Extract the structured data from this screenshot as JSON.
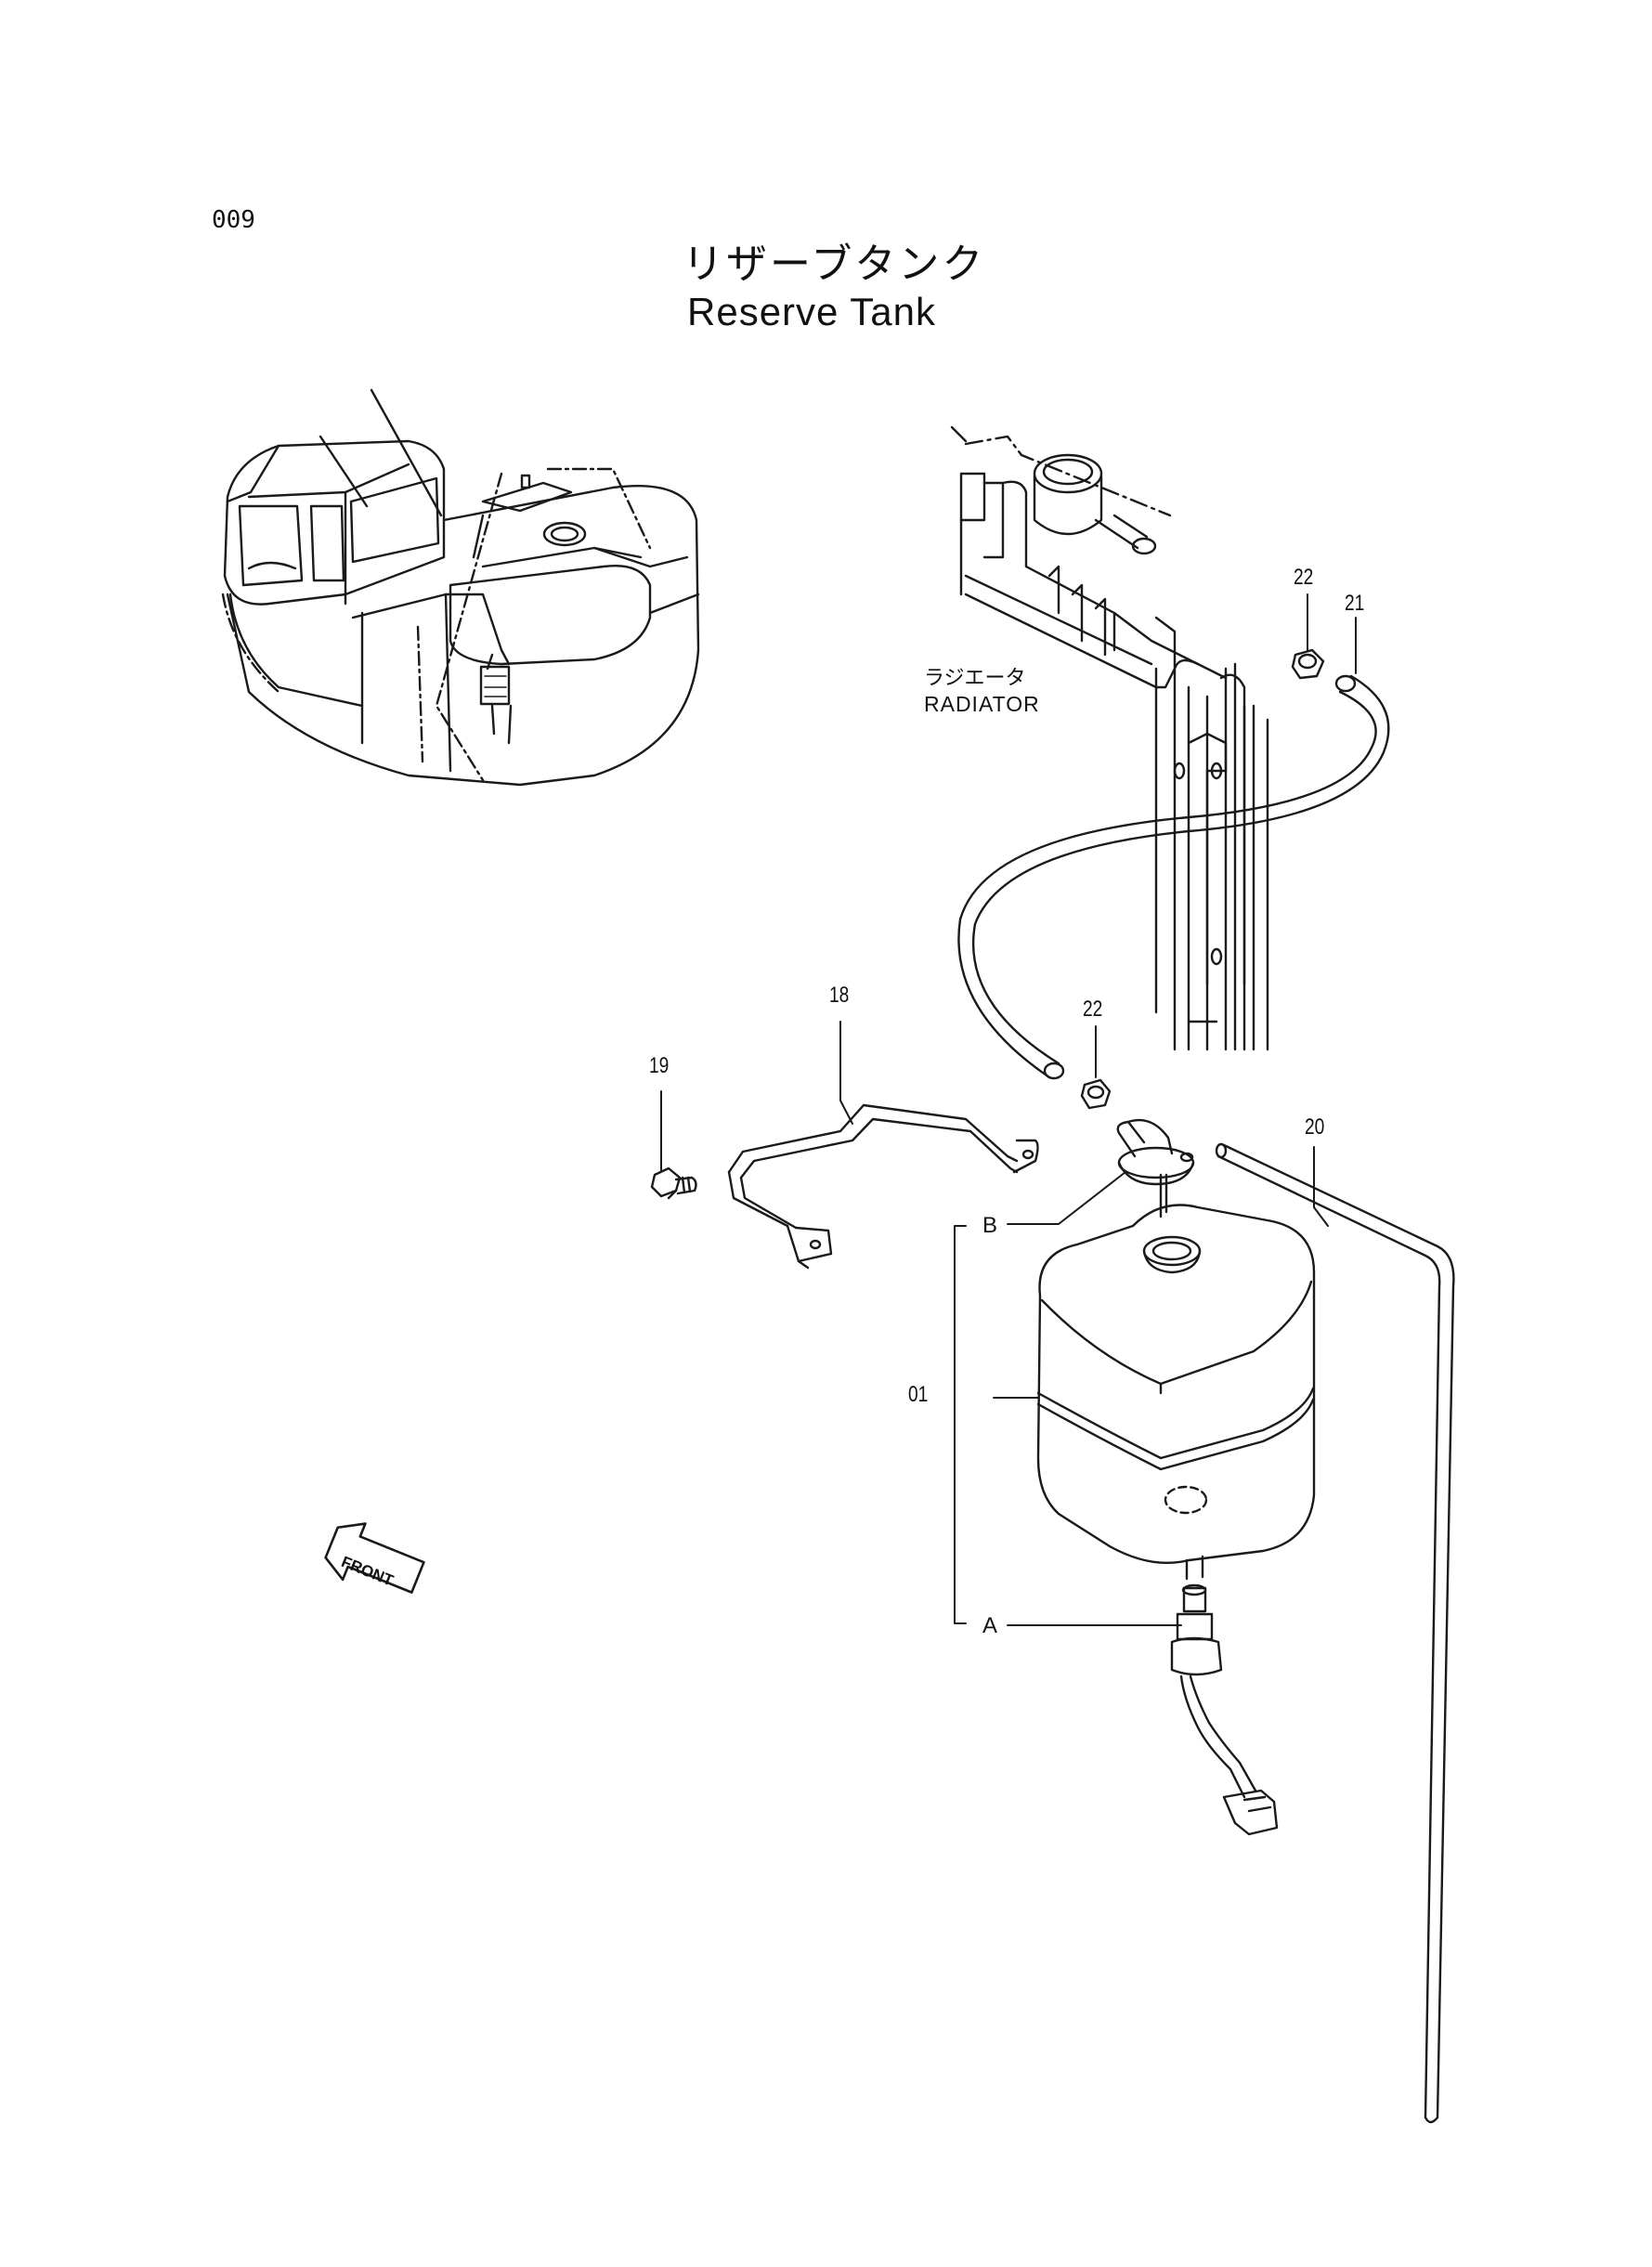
{
  "page": {
    "number": "009",
    "title_jp": "リザーブタンク",
    "title_en": "Reserve Tank"
  },
  "labels": {
    "radiator_jp": "ラジエータ",
    "radiator_en": "RADIATOR",
    "front": "FRONT"
  },
  "callouts": {
    "p01": "01",
    "p18": "18",
    "p19": "19",
    "p20": "20",
    "p21": "21",
    "p22a": "22",
    "p22b": "22",
    "ref_a": "A",
    "ref_b": "B"
  },
  "colors": {
    "line": "#1a1a1a",
    "background": "#ffffff"
  }
}
